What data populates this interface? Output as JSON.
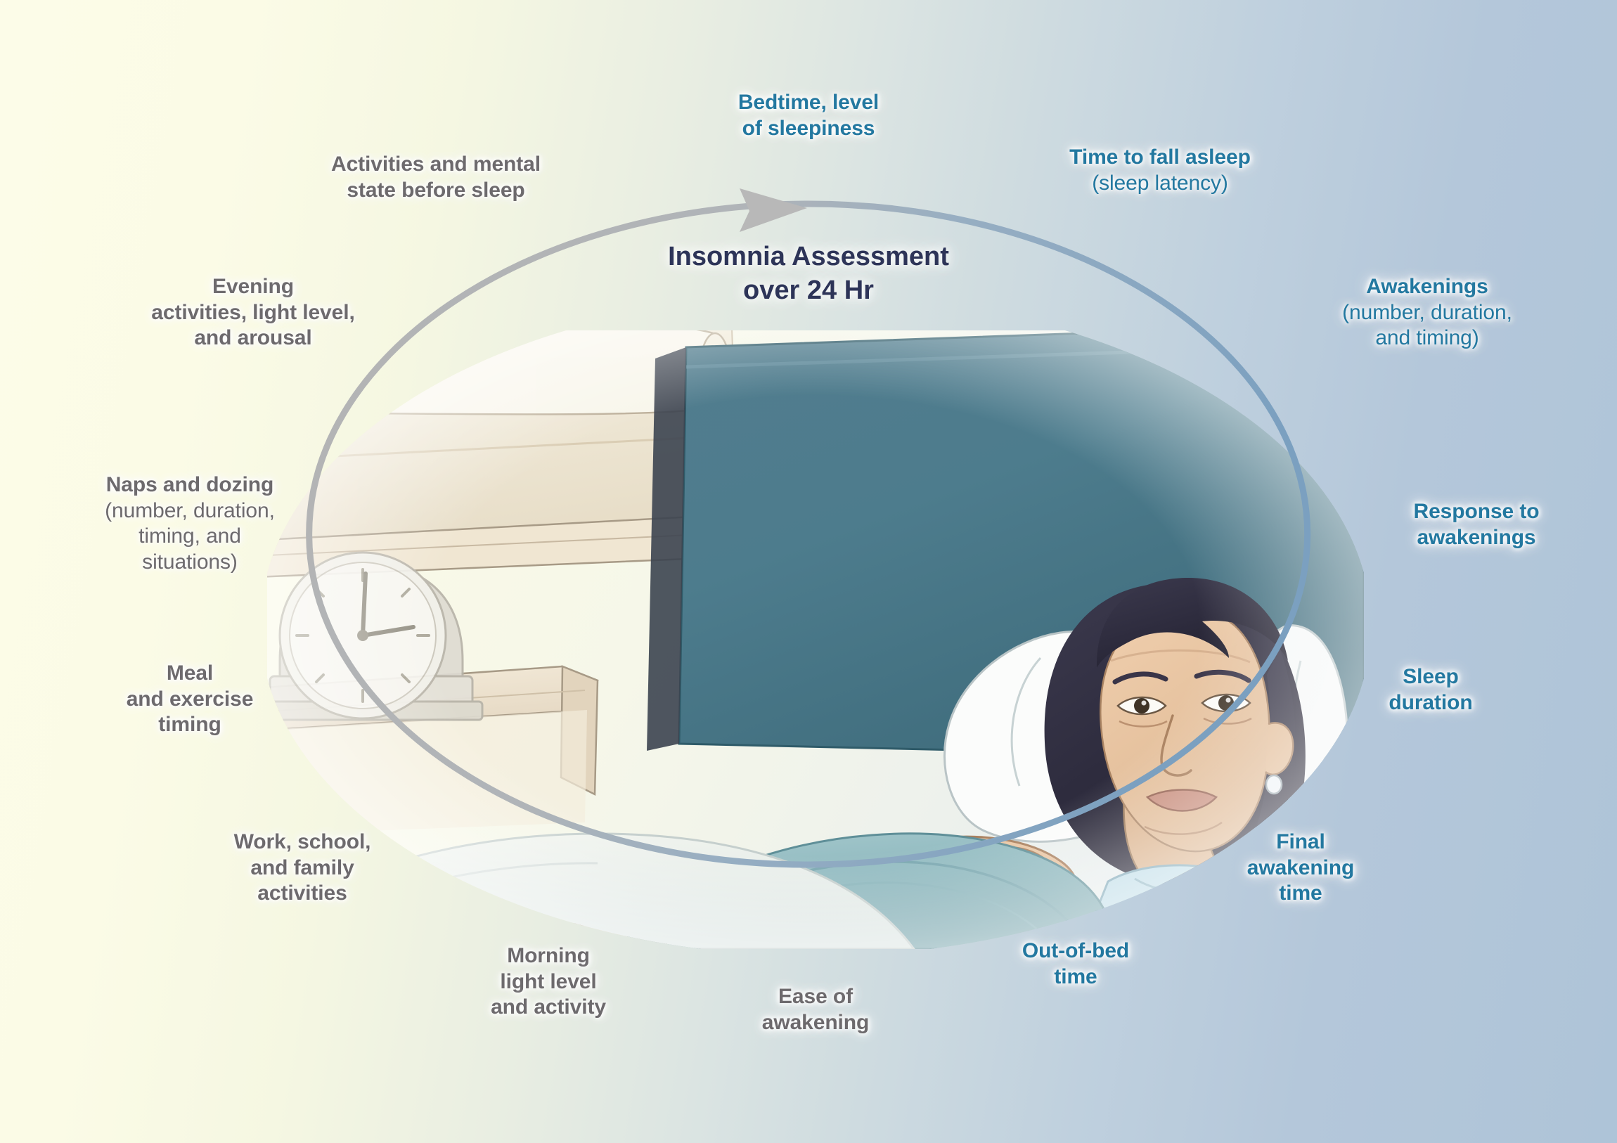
{
  "figure": {
    "title_line1": "Insomnia Assessment",
    "title_line2": "over 24 Hr",
    "title_color": "#2d3458",
    "gray_label_color": "#6d6a6d",
    "blue_label_color": "#2378a0",
    "cycle_arrow_color": "#b3b3b3",
    "cycle_ring_color": "#7ba0c0",
    "background_left_color": "#fcfce8",
    "background_right_color": "#aec4d8"
  },
  "labels": {
    "bedtime": {
      "line1": "Bedtime, level",
      "line2": "of sleepiness"
    },
    "activities_before_sleep": {
      "line1": "Activities and mental",
      "line2": "state before sleep"
    },
    "time_to_fall_asleep": {
      "line1": "Time to fall asleep",
      "line2": "(sleep latency)"
    },
    "evening_activities": {
      "line1": "Evening",
      "line2": "activities, light level,",
      "line3": "and arousal"
    },
    "awakenings": {
      "line1": "Awakenings",
      "line2": "(number, duration,",
      "line3": "and timing)"
    },
    "naps_and_dozing": {
      "line1": "Naps and dozing",
      "line2": "(number, duration,",
      "line3": "timing, and",
      "line4": "situations)"
    },
    "response_to_awakenings": {
      "line1": "Response to",
      "line2": "awakenings"
    },
    "meal_and_exercise": {
      "line1": "Meal",
      "line2": "and exercise",
      "line3": "timing"
    },
    "sleep_duration": {
      "line1": "Sleep",
      "line2": "duration"
    },
    "work_school_family": {
      "line1": "Work, school,",
      "line2": "and family",
      "line3": "activities"
    },
    "final_awakening_time": {
      "line1": "Final",
      "line2": "awakening",
      "line3": "time"
    },
    "morning_light": {
      "line1": "Morning",
      "line2": "light level",
      "line3": "and activity"
    },
    "out_of_bed_time": {
      "line1": "Out-of-bed",
      "line2": "time"
    },
    "ease_of_awakening": {
      "line1": "Ease of",
      "line2": "awakening"
    }
  },
  "illustration": {
    "scene": "person-lying-awake-in-bed",
    "elements": [
      "window-blind-rolled-shade",
      "window-sill",
      "nightstand",
      "alarm-clock",
      "headboard",
      "pillow",
      "blanket",
      "person-awake"
    ]
  }
}
